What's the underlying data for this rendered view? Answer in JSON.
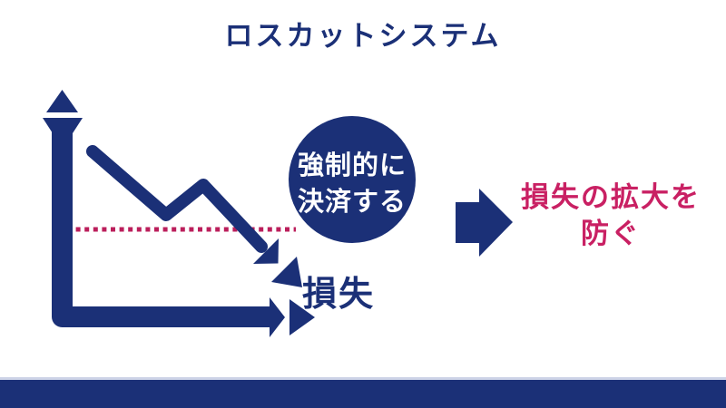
{
  "title": "ロスカットシステム",
  "colors": {
    "navy": "#1b3077",
    "pink": "#c92063",
    "dot_pink": "#bb1e5b",
    "bar_top_line": "#cdd3e7",
    "background": "#ffffff"
  },
  "icons": {
    "y_axis": "up-arrow-icon",
    "x_axis": "right-arrow-icon",
    "price_trend": "zigzag-down-arrow-icon",
    "loss_cut_threshold": "dotted-horizontal-line",
    "result_arrow": "right-block-arrow-icon"
  },
  "diagram": {
    "chart": {
      "loss_label": "損失"
    },
    "circle_callout": {
      "line1": "強制的に",
      "line2": "決済する"
    },
    "result": {
      "line1": "損失の拡大を",
      "line2": "防ぐ"
    }
  }
}
